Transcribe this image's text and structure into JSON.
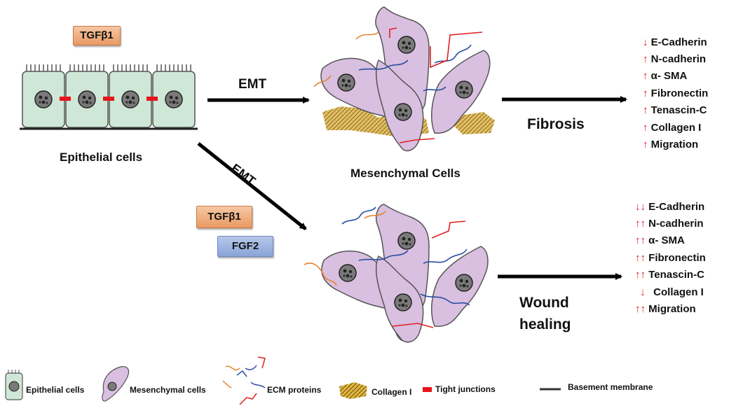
{
  "labels": {
    "tgfb1_top": "TGFβ1",
    "epithelial": "Epithelial cells",
    "mesenchymal": "Mesenchymal Cells",
    "emt_top": "EMT",
    "emt_diag": "EMT",
    "fibrosis": "Fibrosis",
    "wound_line1": "Wound",
    "wound_line2": "healing",
    "tgfb1_bottom": "TGFβ1",
    "fgf2": "FGF2"
  },
  "fibrosis_markers": [
    {
      "arrow": "↓",
      "name": "E-Cadherin"
    },
    {
      "arrow": "↑",
      "name": "N-cadherin"
    },
    {
      "arrow": "↑",
      "name": "α- SMA"
    },
    {
      "arrow": "↑",
      "name": "Fibronectin"
    },
    {
      "arrow": "↑",
      "name": "Tenascin-C"
    },
    {
      "arrow": "↑",
      "name": "Collagen I"
    },
    {
      "arrow": "↑",
      "name": "Migration"
    }
  ],
  "wound_markers": [
    {
      "arrow": "↓↓",
      "name": "E-Cadherin"
    },
    {
      "arrow": "↑↑",
      "name": "N-cadherin"
    },
    {
      "arrow": "↑↑",
      "name": "α- SMA"
    },
    {
      "arrow": "↑↑",
      "name": "Fibronectin"
    },
    {
      "arrow": "↑↑",
      "name": "Tenascin-C"
    },
    {
      "arrow": "↓",
      "name": "Collagen I"
    },
    {
      "arrow": "↑↑",
      "name": "Migration"
    }
  ],
  "legend": {
    "epithelial": "Epithelial cells",
    "mesenchymal": "Mesenchymal cells",
    "ecm": "ECM proteins",
    "collagen": "Collagen I",
    "tight": "Tight junctions",
    "basement": "Basement membrane"
  },
  "colors": {
    "increase_arrow": "#e8141b",
    "epithelial_fill": "#cfe7d6",
    "mesenchymal_fill": "#d9bfe0",
    "tight_junction": "#e8141b",
    "ecm_blue": "#2a4fa3",
    "ecm_red": "#e02020",
    "ecm_orange": "#e8842a",
    "collagen": "#d4a422"
  }
}
